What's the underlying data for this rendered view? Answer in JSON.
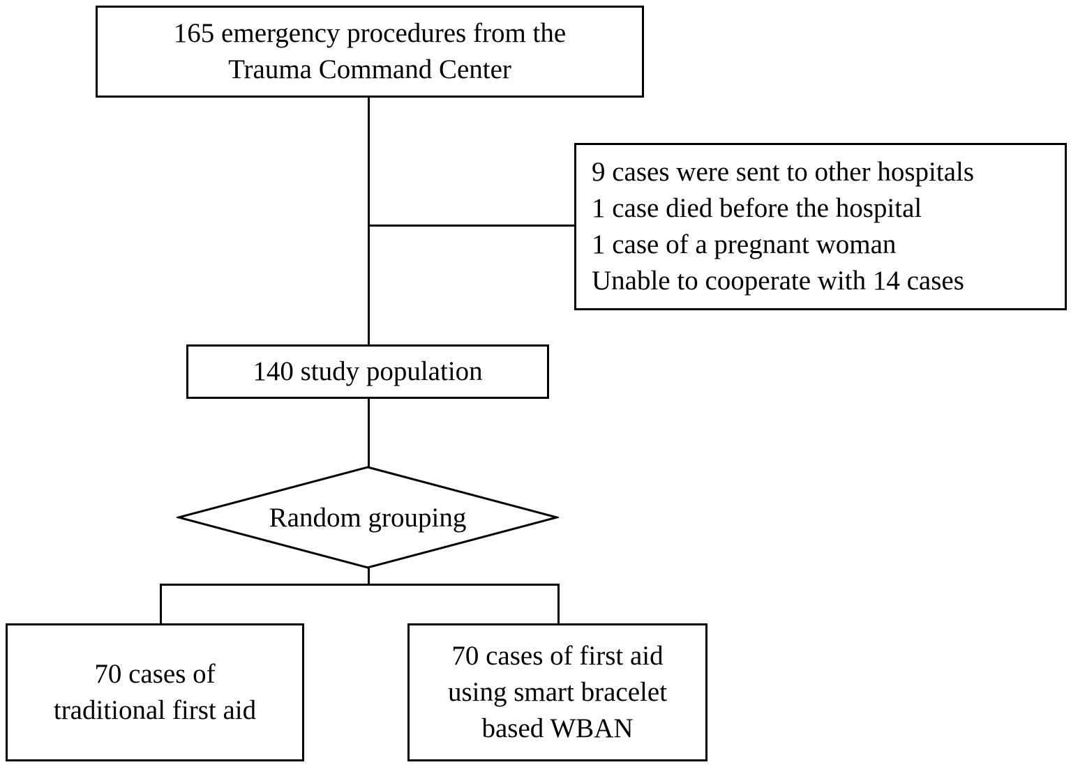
{
  "nodes": {
    "top": {
      "lines": [
        "165 emergency procedures from the",
        "Trauma Command Center"
      ]
    },
    "exclusions": {
      "lines": [
        "9 cases were sent to other hospitals",
        "1 case died before the hospital",
        "1 case of a pregnant woman",
        "Unable to cooperate with 14 cases"
      ]
    },
    "population": {
      "label": "140 study population"
    },
    "decision": {
      "label": "Random grouping"
    },
    "group_left": {
      "lines": [
        "70 cases of",
        "traditional first aid"
      ]
    },
    "group_right": {
      "lines": [
        "70 cases of first aid",
        "using smart bracelet",
        "based WBAN"
      ]
    }
  }
}
